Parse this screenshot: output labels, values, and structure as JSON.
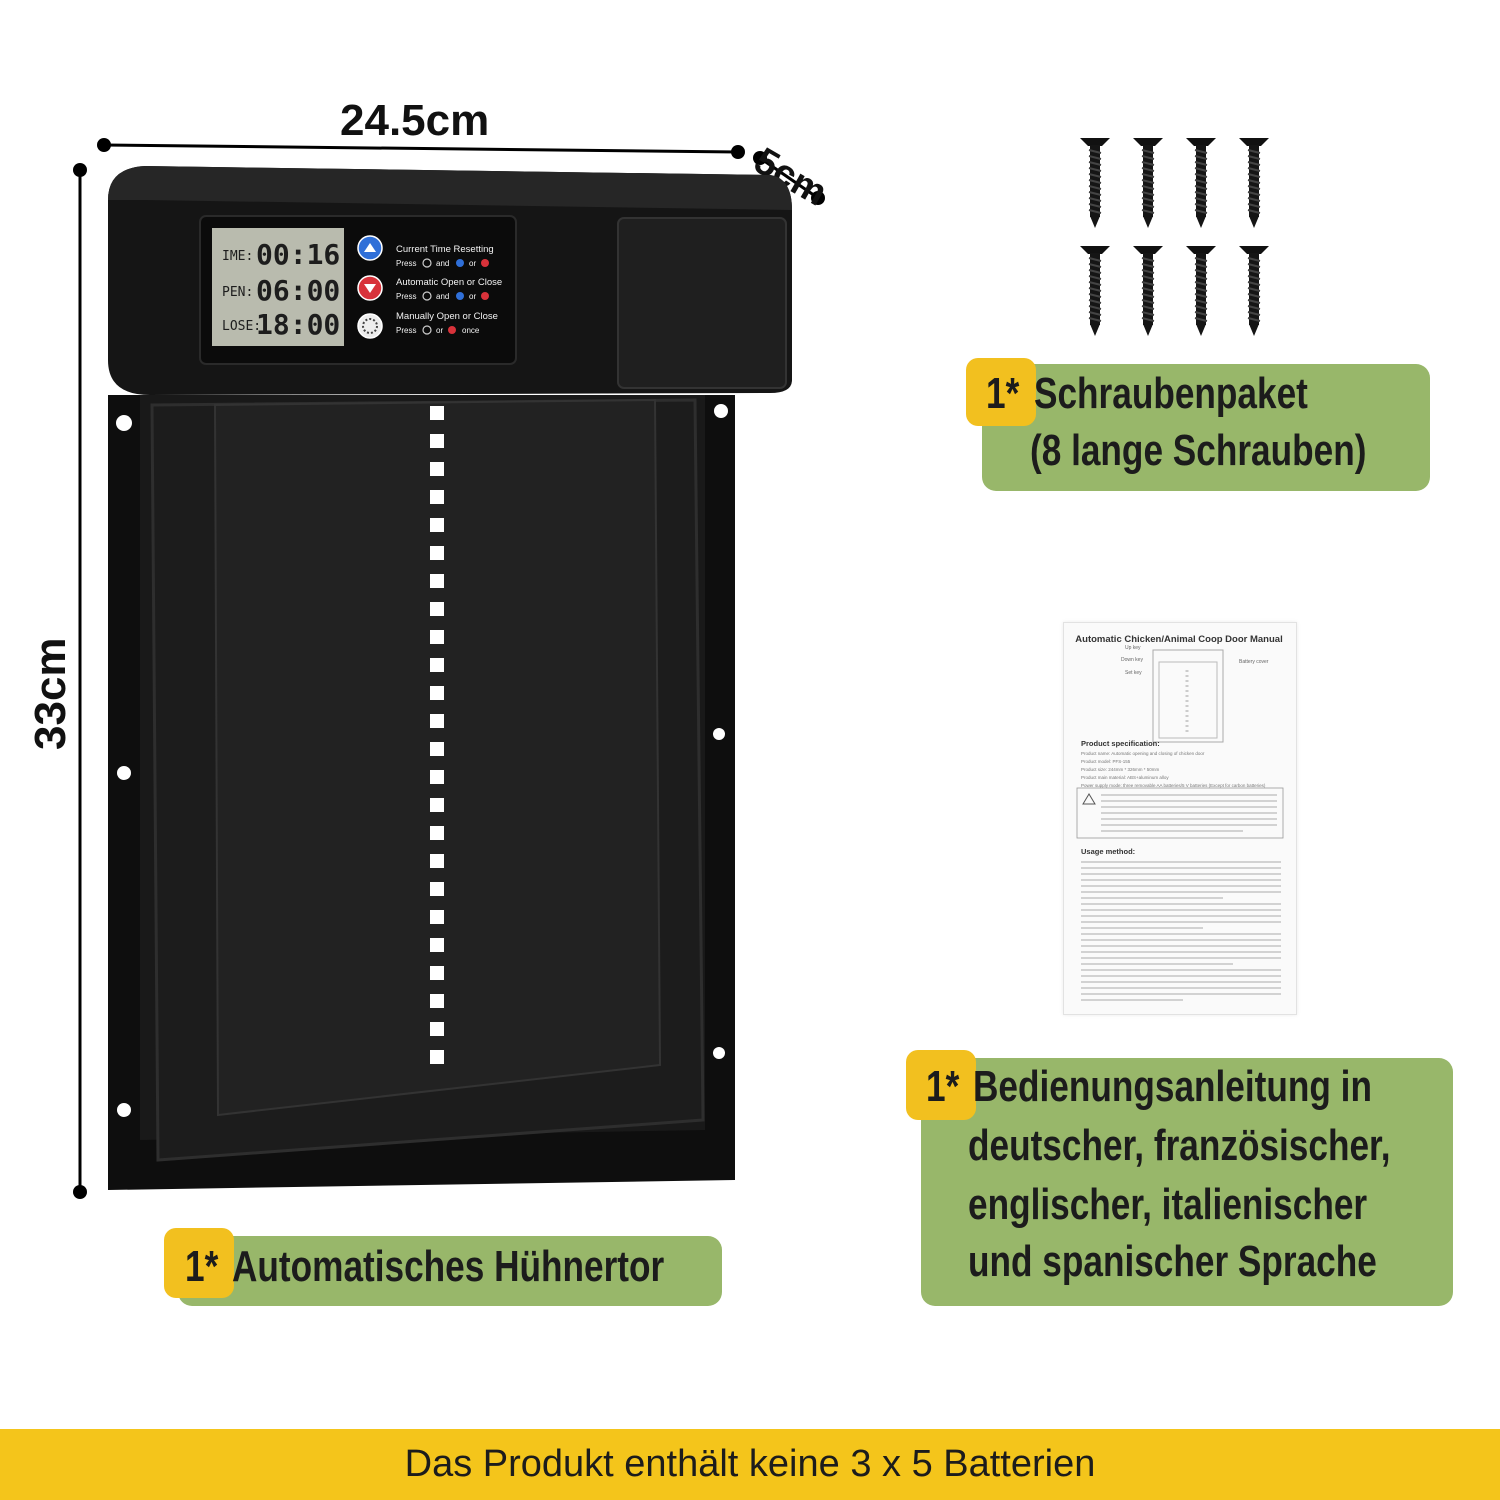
{
  "dimensions": {
    "width": "24.5cm",
    "depth": "5cm",
    "height": "33cm"
  },
  "door": {
    "lcd": {
      "rows": [
        {
          "label": "IME:",
          "time": "00:16"
        },
        {
          "label": "PEN:",
          "time": "06:00"
        },
        {
          "label": "LOSE:",
          "time": "18:00"
        }
      ]
    },
    "keys": [
      {
        "title": "Current Time Resetting",
        "press": "Press",
        "and": "and",
        "or": "or",
        "once": "",
        "icon": "up-arrow-icon",
        "color": "#2f6fd8"
      },
      {
        "title": "Automatic Open or Close",
        "press": "Press",
        "and": "and",
        "or": "or",
        "once": "",
        "icon": "down-arrow-icon",
        "color": "#d8323a"
      },
      {
        "title": "Manually Open or Close",
        "press": "Press",
        "and": "",
        "or": "or",
        "once": "once",
        "icon": "gear-icon",
        "color": "#ffffff"
      }
    ]
  },
  "labels": {
    "door": {
      "qty": "1*",
      "text": "Automatisches Hühnertor"
    },
    "screws": {
      "qty": "1*",
      "line1": "Schraubenpaket",
      "line2": "(8 lange Schrauben)"
    },
    "manual_label": {
      "qty": "1*",
      "lines": [
        "Bedienungsanleitung in",
        "deutscher, französischer,",
        "englischer, italienischer",
        "und spanischer Sprache"
      ]
    }
  },
  "manual": {
    "title": "Automatic Chicken/Animal Coop Door Manual",
    "diagram_labels": {
      "up": "Up key",
      "down": "Down key",
      "set": "Set key",
      "battery": "Battery cover"
    },
    "spec_title": "Product specification:",
    "spec_lines": [
      "Product name: Automatic opening and closing of chicken door",
      "Product model: PFS-155",
      "Product size: 244mm * 326mm * 50mm",
      "Product main material: ABS+aluminum alloy",
      "Power supply mode: three removable AA batteries/5 V batteries (Except for carbon batteries)"
    ],
    "usage_title": "Usage method:"
  },
  "footer": {
    "text": "Das Produkt enthält keine 3 x 5 Batterien"
  },
  "colors": {
    "label_green": "#98b76a",
    "badge_yellow": "#f2c01f",
    "footer_yellow": "#f4c51b",
    "door_black": "#151515"
  }
}
